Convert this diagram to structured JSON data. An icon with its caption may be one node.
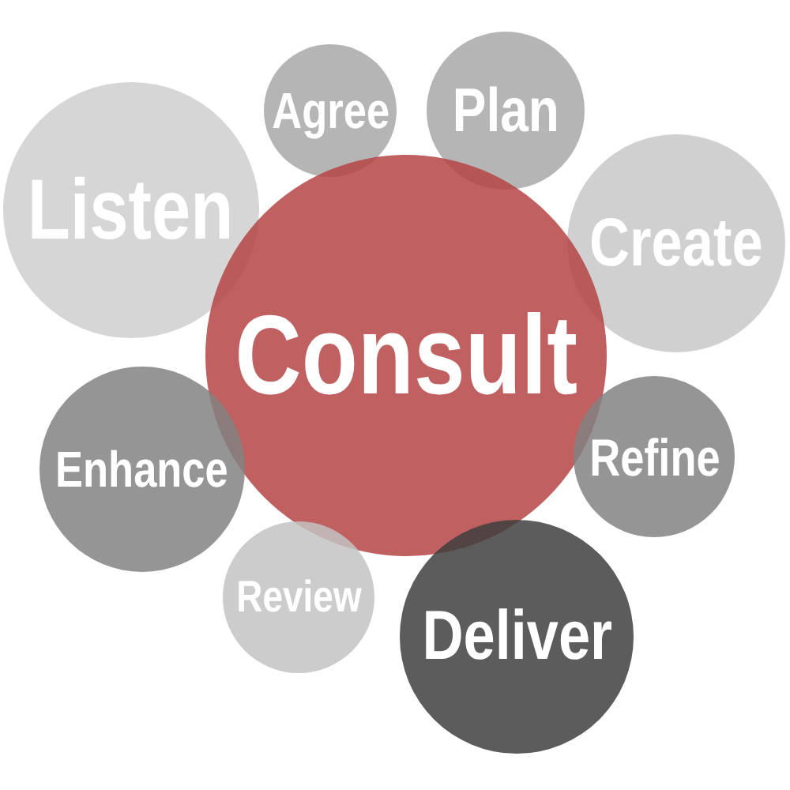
{
  "diagram": {
    "nodes": [
      {
        "text": [
          "Consult"
        ]
      },
      {
        "text": [
          "Listen"
        ]
      },
      {
        "text": [
          "Agree"
        ]
      },
      {
        "text": [
          "Plan"
        ]
      },
      {
        "text": [
          "Create"
        ]
      },
      {
        "text": [
          "Refine"
        ]
      },
      {
        "text": [
          "Deliver"
        ]
      },
      {
        "text": [
          "Review"
        ]
      },
      {
        "text": [
          "Enhance"
        ]
      }
    ]
  }
}
